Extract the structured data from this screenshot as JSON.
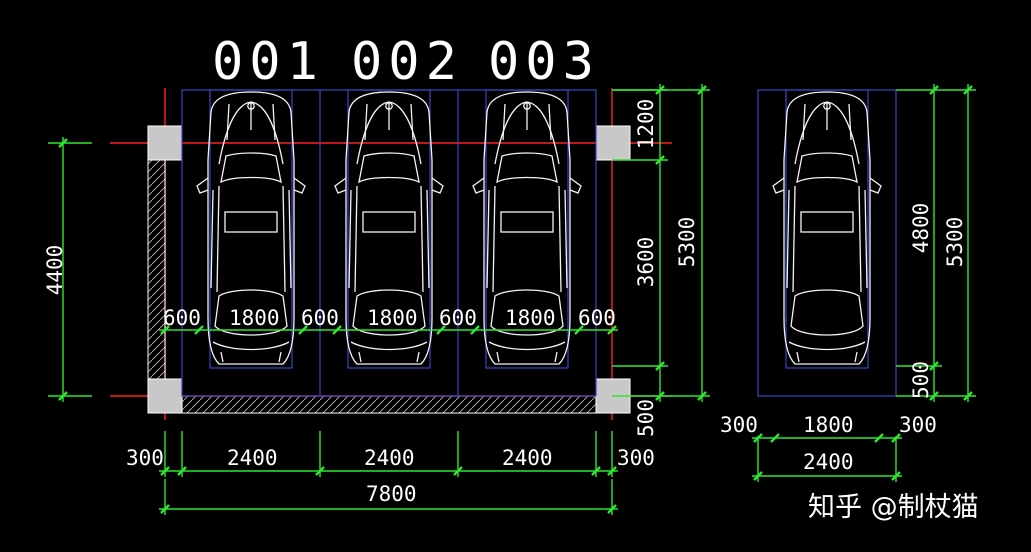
{
  "spaces": [
    "001",
    "002",
    "003"
  ],
  "layout_dims": {
    "left_margin": "300",
    "right_margin": "300",
    "space_width": "2400",
    "total_width": "7800",
    "car_width": "1800",
    "side_gap": "600",
    "overall_height": "4400",
    "front_clearance": "1200",
    "car_length": "3600",
    "rear_clearance": "500",
    "space_length": "5300"
  },
  "single_dims": {
    "left_margin": "300",
    "car_width": "1800",
    "right_margin": "300",
    "space_width": "2400",
    "car_length": "4800",
    "rear_clearance": "500",
    "space_length": "5300"
  },
  "watermark": "知乎 @制杖猫",
  "colors": {
    "background": "#000000",
    "dimension": "#2ee82e",
    "axis": "#ff2020",
    "boundary": "#3546c8",
    "outline": "#f4f4f4"
  }
}
